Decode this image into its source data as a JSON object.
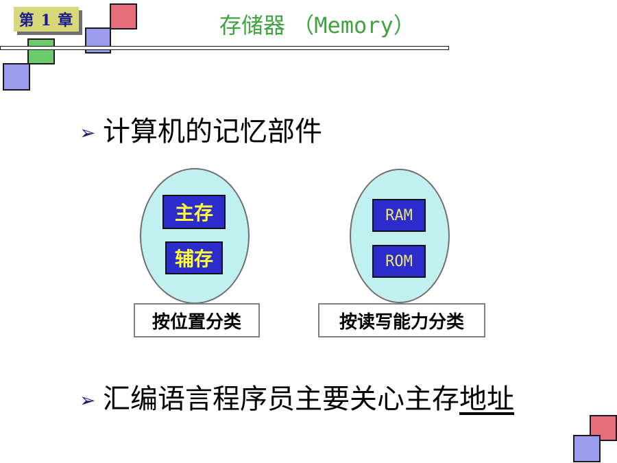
{
  "header": {
    "chapter_label": "第 1 章",
    "title_cn": "存储器",
    "title_en": "（Memory）"
  },
  "bullets": [
    {
      "text": "计算机的记忆部件"
    },
    {
      "text_plain": "汇编语言程序员主要关心主存",
      "text_underlined": "地址"
    }
  ],
  "diagram_left": {
    "items": [
      "主存",
      "辅存"
    ],
    "caption": "按位置分类"
  },
  "diagram_right": {
    "items": [
      "RAM",
      "ROM"
    ],
    "caption": "按读写能力分类"
  },
  "colors": {
    "title": "#3fa33f",
    "oval_fill": "#c0f0f0",
    "cell_fill": "#2c2ccc",
    "cell_text_cn": "#ffff33",
    "cell_text_en": "#e8e870",
    "chapter_tab": "#d8d87a"
  }
}
